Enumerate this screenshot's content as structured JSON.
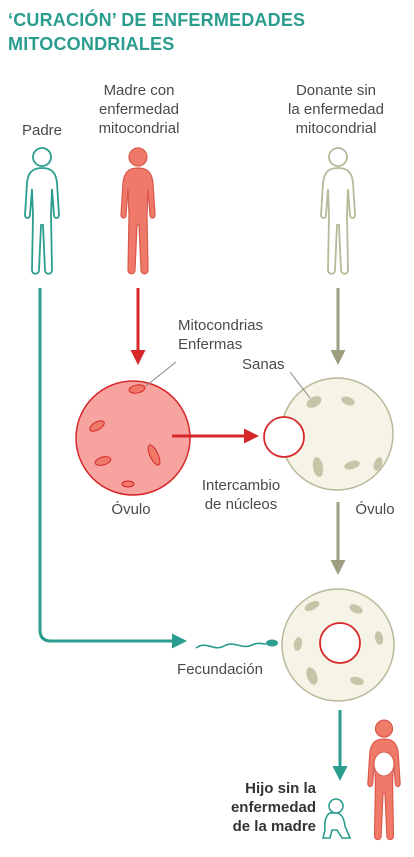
{
  "title": {
    "line1": "‘CURACIÓN’ DE ENFERMEDADES",
    "line2": "MITOCONDRIALES"
  },
  "figures": {
    "father": "Padre",
    "mother": [
      "Madre con",
      "enfermedad",
      "mitocondrial"
    ],
    "donor": [
      "Donante sin",
      "la enfermedad",
      "mitocondrial"
    ]
  },
  "labels": {
    "mito_diseased": [
      "Mitocondrias",
      "Enfermas"
    ],
    "mito_healthy": "Sanas",
    "ovum_left": "Óvulo",
    "ovum_right": "Óvulo",
    "nucleus_exchange": [
      "Intercambio",
      "de núcleos"
    ],
    "fertilization": "Fecundación",
    "result": [
      "Hijo sin la",
      "enfermedad",
      "de la madre"
    ]
  },
  "colors": {
    "teal": "#2a9d8f",
    "red": "#d62828",
    "salmon": "#f07a6a",
    "olive": "#9e9e80",
    "olive_dark": "#8f8f70",
    "cell_pink": "#f7a3a0",
    "cell_cream": "#f6f4e6"
  }
}
